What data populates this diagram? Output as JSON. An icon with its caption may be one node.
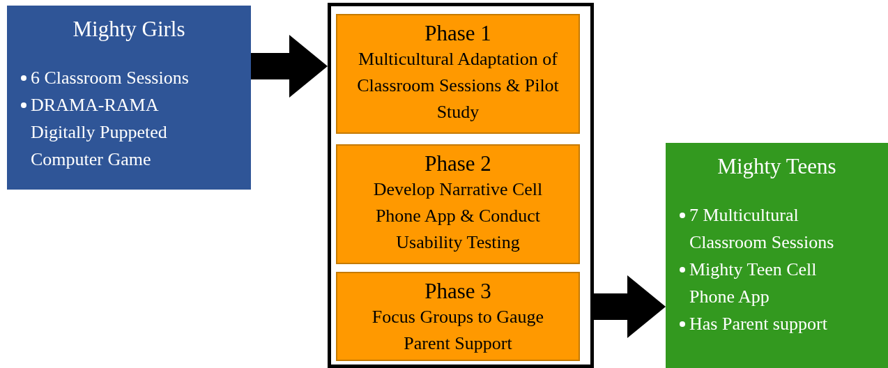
{
  "diagram": {
    "nodes": [
      {
        "text": [
          "Mighty Girls",
          "6 Classroom Sessions",
          "DRAMA-RAMA Digitally Puppeted Computer Game"
        ]
      },
      {
        "text": [],
        "shape": "box"
      },
      {
        "text": [
          "Phase 1",
          "Multicultural Adaptation of Classroom Sessions & Pilot Study"
        ],
        "in": 1
      },
      {
        "text": [
          "Phase 2",
          "Develop Narrative Cell Phone App & Conduct Usability Testing"
        ],
        "in": 1
      },
      {
        "text": [
          "Phase 3",
          "Focus Groups to Gauge Parent Support"
        ],
        "in": 1
      },
      {
        "text": [
          "Mighty Teens",
          "7 Multicultural Classroom Sessions",
          "Mighty Teen Cell Phone App",
          "Has Parent support"
        ]
      }
    ],
    "edges": [
      {
        "from": 0,
        "to": 1,
        "arrow": "to"
      },
      {
        "from": 1,
        "to": 5,
        "arrow": "to"
      }
    ]
  }
}
